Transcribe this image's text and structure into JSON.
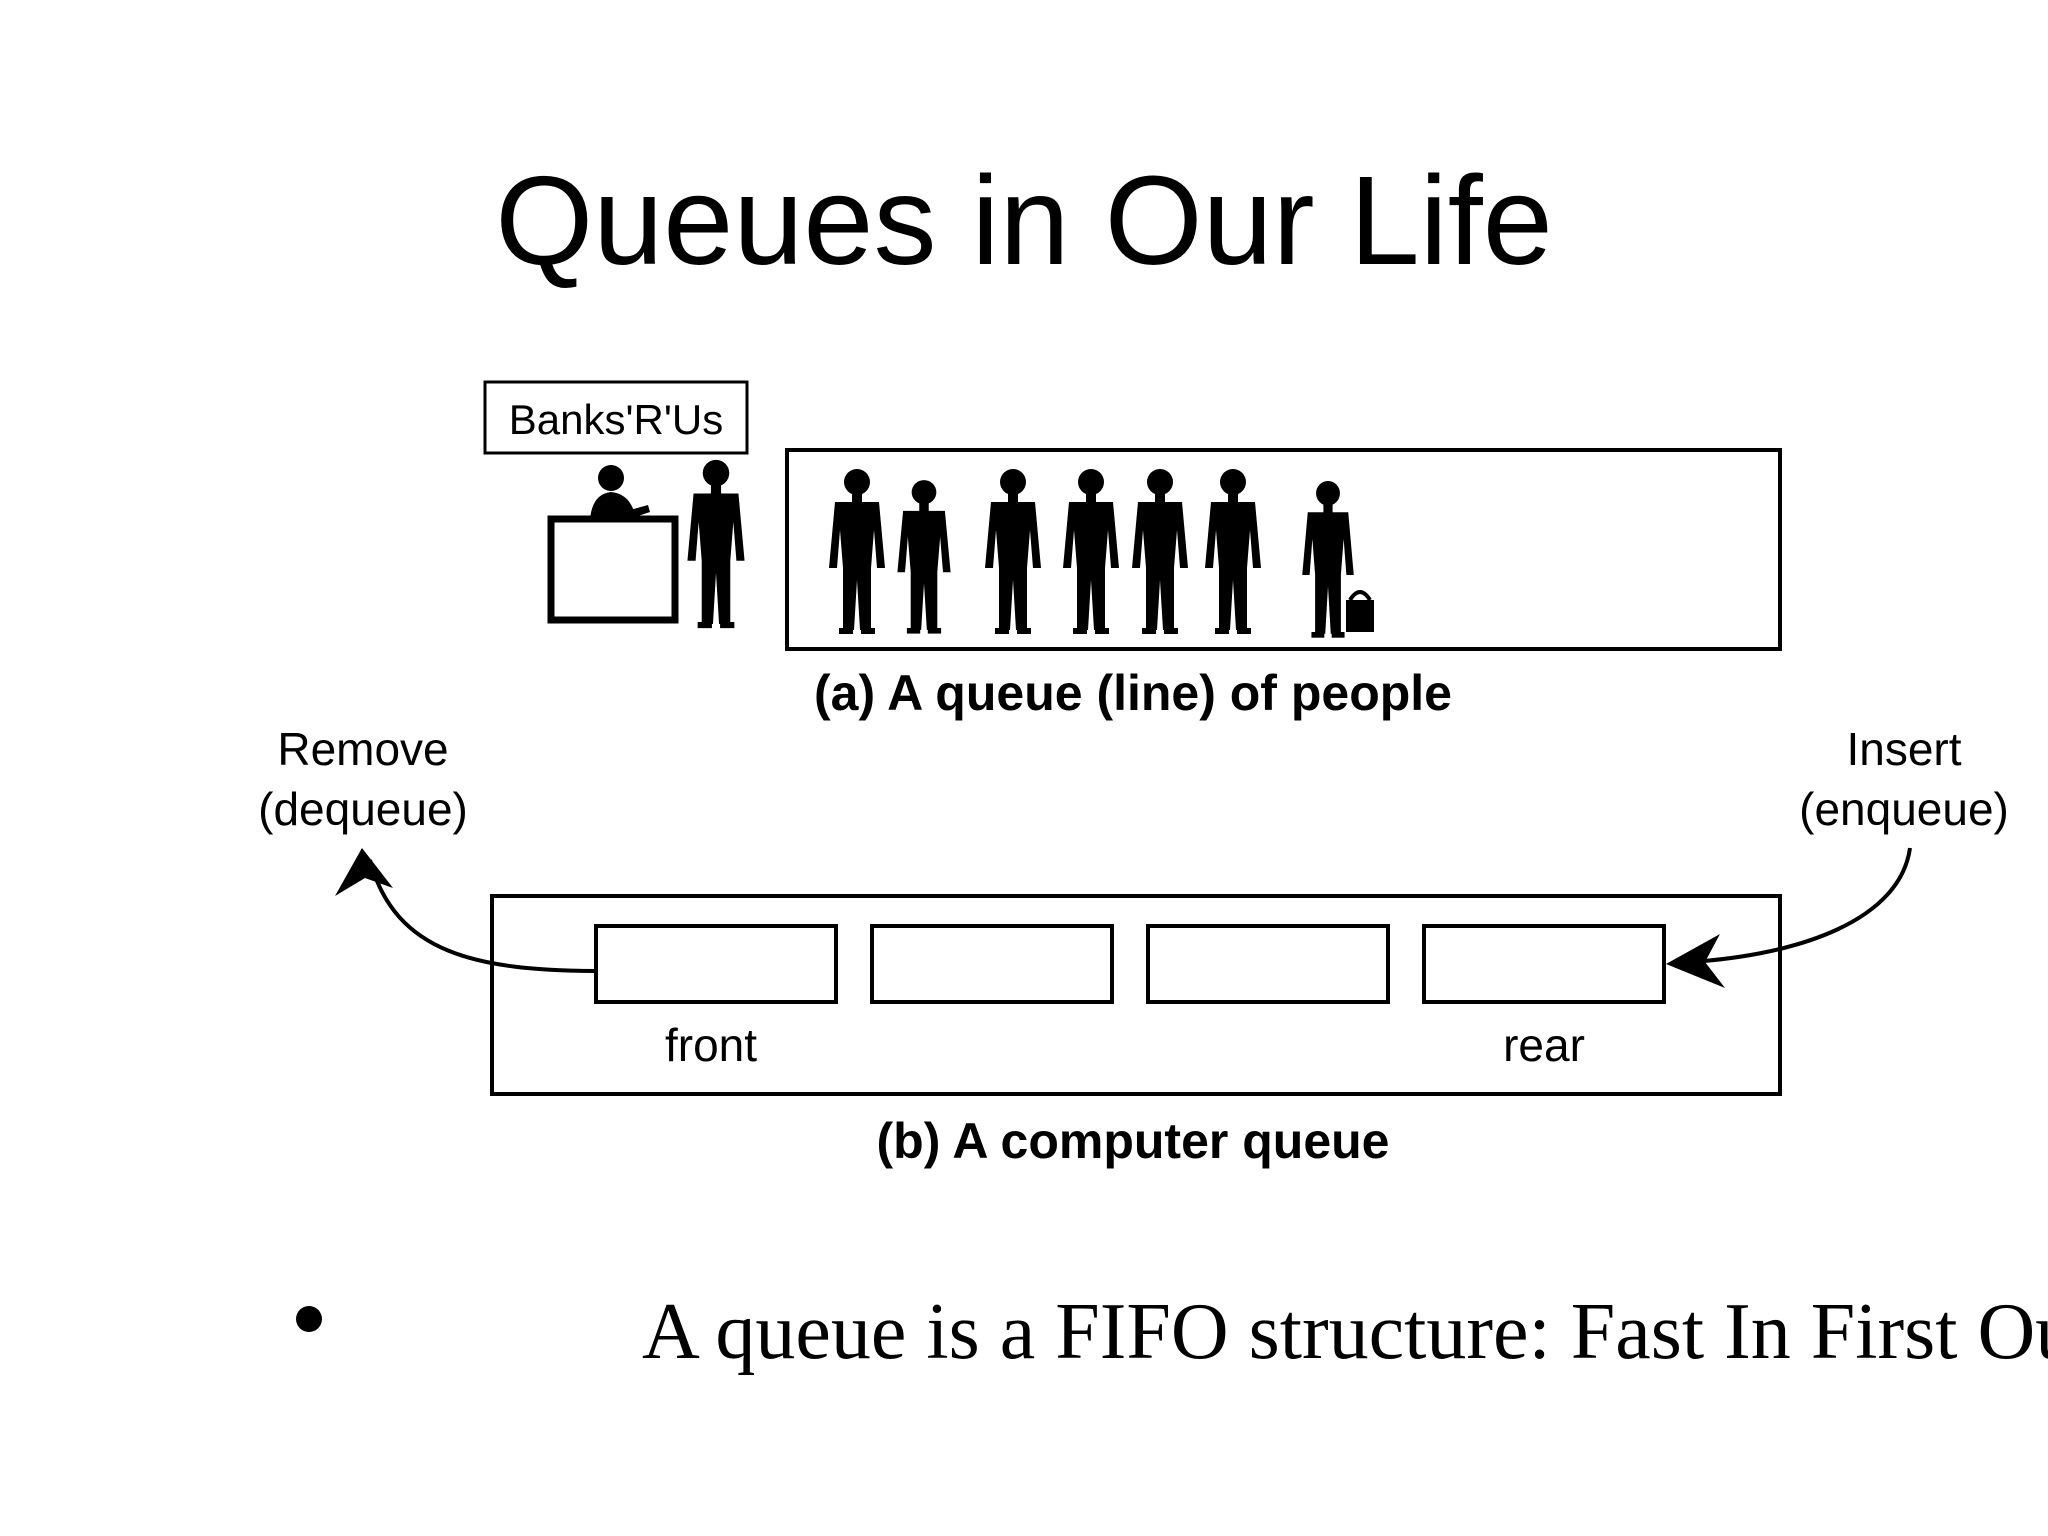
{
  "slide": {
    "title": "Queues in Our Life",
    "bullet": "A queue is a FIFO structure: Fast In First Out"
  },
  "diagram_a": {
    "sign": "Banks'R'Us",
    "caption": "(a) A queue (line) of people"
  },
  "diagram_b": {
    "caption": "(b) A computer queue",
    "front_label": "front",
    "rear_label": "rear",
    "remove_label_1": "Remove",
    "remove_label_2": "(dequeue)",
    "insert_label_1": "Insert",
    "insert_label_2": "(enqueue)"
  },
  "icons": [
    "bank-teller-counter-icon",
    "person-silhouette-icon",
    "curved-arrow-icon"
  ]
}
